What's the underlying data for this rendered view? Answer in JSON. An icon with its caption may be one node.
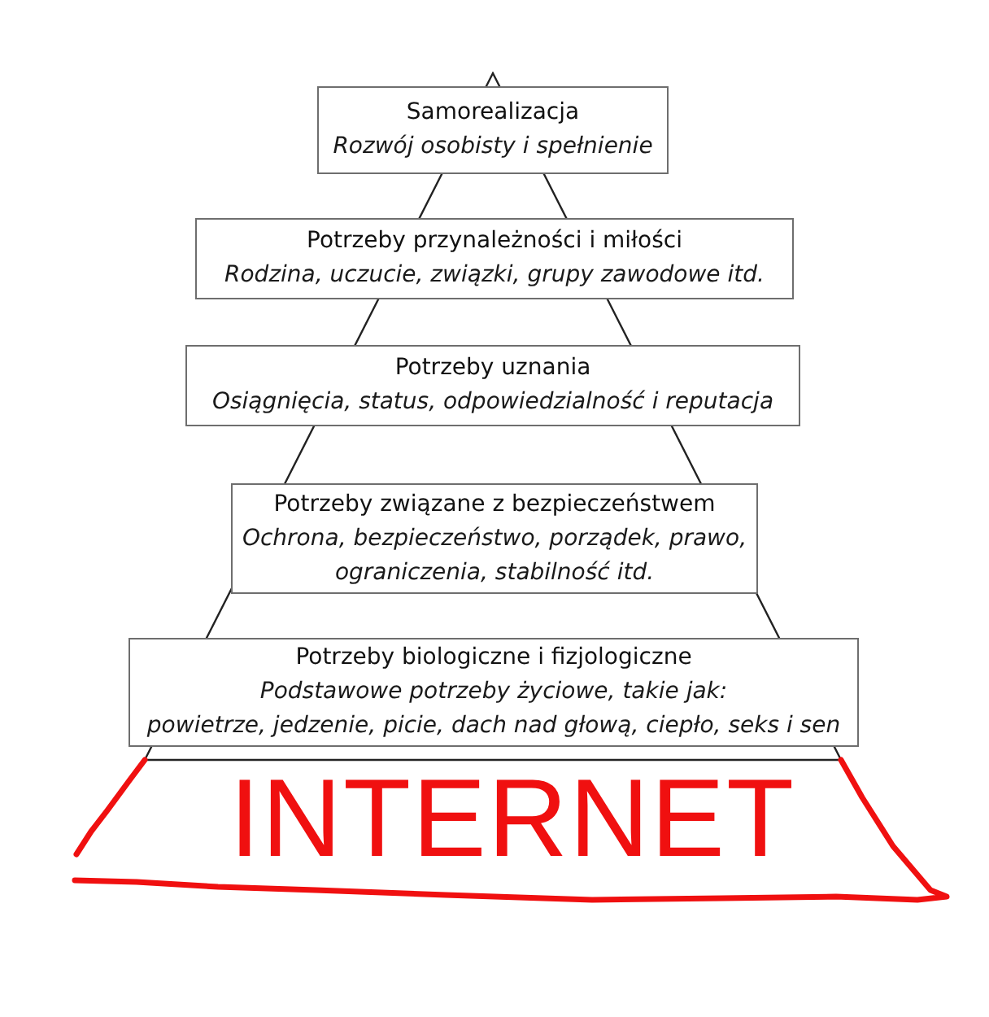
{
  "diagram": {
    "nodes": [
      {
        "text": [
          "Samorealizacja",
          "Rozwój osobisty i spełnienie"
        ]
      },
      {
        "text": [
          "Potrzeby przynależności i miłości",
          "Rodzina, uczucie, związki, grupy zawodowe itd."
        ]
      },
      {
        "text": [
          "Potrzeby uznania",
          "Osiągnięcia, status, odpowiedzialność i reputacja"
        ]
      },
      {
        "text": [
          "Potrzeby związane z bezpieczeństwem",
          "Ochrona, bezpieczeństwo, porządek, prawo, ograniczenia, stabilność itd."
        ]
      },
      {
        "text": [
          "Potrzeby biologiczne i fizjologiczne",
          "Podstawowe potrzeby życiowe, takie jak:",
          "powietrze, jedzenie, picie, dach nad głową, ciepło, seks i sen"
        ]
      },
      {
        "text": [
          "INTERNET"
        ]
      }
    ]
  }
}
